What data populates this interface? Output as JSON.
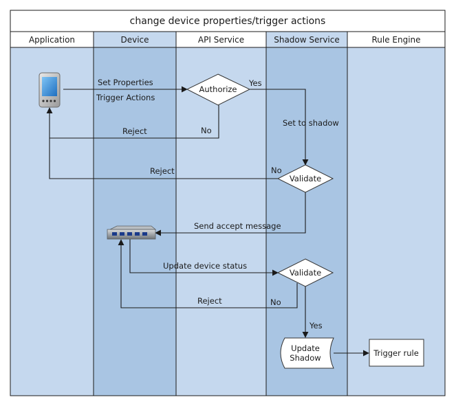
{
  "title": "change device properties/trigger actions",
  "lanes": [
    "Application",
    "Device",
    "API Service",
    "Shadow Service",
    "Rule Engine"
  ],
  "nodes": {
    "authorize": "Authorize",
    "validate_1": "Validate",
    "validate_2": "Validate",
    "update_shadow": [
      "Update",
      "Shadow"
    ],
    "trigger_rule": "Trigger rule"
  },
  "edge_labels": {
    "set_properties": "Set Properties",
    "trigger_actions": "Trigger Actions",
    "yes_1": "Yes",
    "no_1": "No",
    "reject_1": "Reject",
    "set_to_shadow": "Set to shadow",
    "no_2": "No",
    "reject_2": "Reject",
    "send_accept": "Send accept message",
    "update_device_status": "Update device status",
    "reject_3": "Reject",
    "no_3": "No",
    "yes_2": "Yes"
  },
  "icons": {
    "phone": "mobile-phone-icon",
    "device": "network-switch-icon"
  },
  "colors": {
    "lane_light": "#c5d8ee",
    "lane_dark": "#a9c5e3",
    "header_fill": "#ffffff",
    "border": "#1a1a1a"
  }
}
